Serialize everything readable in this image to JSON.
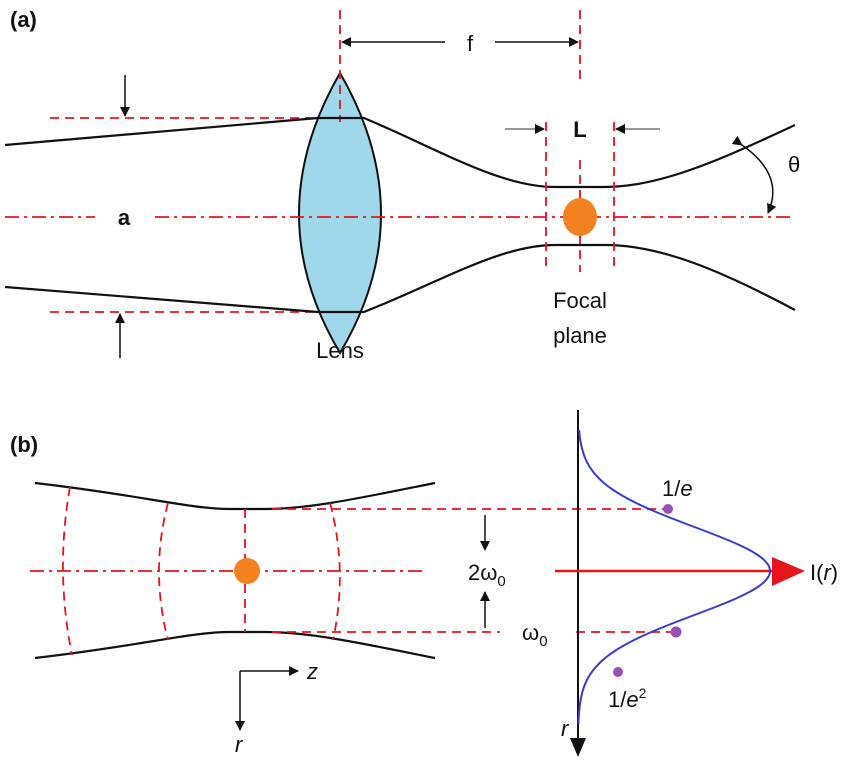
{
  "panel_a": {
    "label": "(a)",
    "focal_length_label": "f",
    "aperture_label": "a",
    "depth_label": "L",
    "angle_label": "θ",
    "lens_label": "Lens",
    "focal_plane_label_1": "Focal",
    "focal_plane_label_2": "plane"
  },
  "panel_b": {
    "label": "(b)",
    "waist_diameter_label": "2ω",
    "waist_diameter_sub": "0",
    "waist_radius_label": "ω",
    "waist_radius_sub": "0",
    "intensity_label_prefix": "I(",
    "intensity_label_var": "r",
    "intensity_label_suffix": ")",
    "one_over_e_label": "1/",
    "one_over_e_var": "e",
    "one_over_e2_label": "1/",
    "one_over_e2_var": "e",
    "one_over_e2_exp": "2",
    "profile_axis_label": "r",
    "z_axis_label": "z",
    "r_axis_label": "r"
  },
  "colors": {
    "lens": "#9fd8ea",
    "focus_spot": "#f58220",
    "guides": "#e8141c",
    "profile": "#3a3ad0",
    "markers": "#9b4fb0"
  }
}
